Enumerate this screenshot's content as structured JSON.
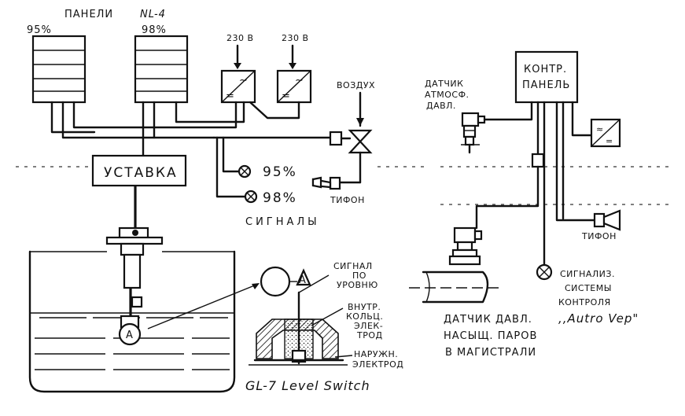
{
  "panels": {
    "title": "ПАНЕЛИ",
    "model": "NL-4",
    "left_value": "95%",
    "right_value": "98%"
  },
  "power": {
    "left_label": "230 В",
    "right_label": "230 В"
  },
  "air": {
    "label": "ВОЗДУХ"
  },
  "setpoint": {
    "label": "УСТАВКА"
  },
  "typhon_left": {
    "label": "ТИФОН"
  },
  "signals": {
    "lamp_1": "95%",
    "lamp_2": "98%",
    "caption": "СИГНАЛЫ"
  },
  "float_marker": {
    "tank_label": "A",
    "remote_label": "A"
  },
  "level_switch": {
    "signal_line1": "СИГНАЛ",
    "signal_line2": "ПО",
    "signal_line3": "УРОВНЮ",
    "inner_line1": "ВНУТР.",
    "inner_line2": "КОЛЬЦ.",
    "inner_line3": "ЭЛЕК-",
    "inner_line4": "ТРОД",
    "outer_line1": "НАРУЖН.",
    "outer_line2": "ЭЛЕКТРОД",
    "caption": "GL-7 Level Switch"
  },
  "control_panel": {
    "line1": "КОНТР.",
    "line2": "ПАНЕЛЬ"
  },
  "atm_sensor": {
    "line1": "ДАТЧИК",
    "line2": "АТМОСФ.",
    "line3": "ДАВЛ."
  },
  "typhon_right": {
    "label": "ТИФОН"
  },
  "alarm": {
    "line1": "СИГНАЛИЗ.",
    "line2": "СИСТЕМЫ",
    "line3": "КОНТРОЛЯ",
    "line4": ",,Autro Vep\""
  },
  "steam_sensor": {
    "line1": "ДАТЧИК ДАВЛ.",
    "line2": "НАСЫЩ. ПАРОВ",
    "line3": "В МАГИСТРАЛИ"
  }
}
